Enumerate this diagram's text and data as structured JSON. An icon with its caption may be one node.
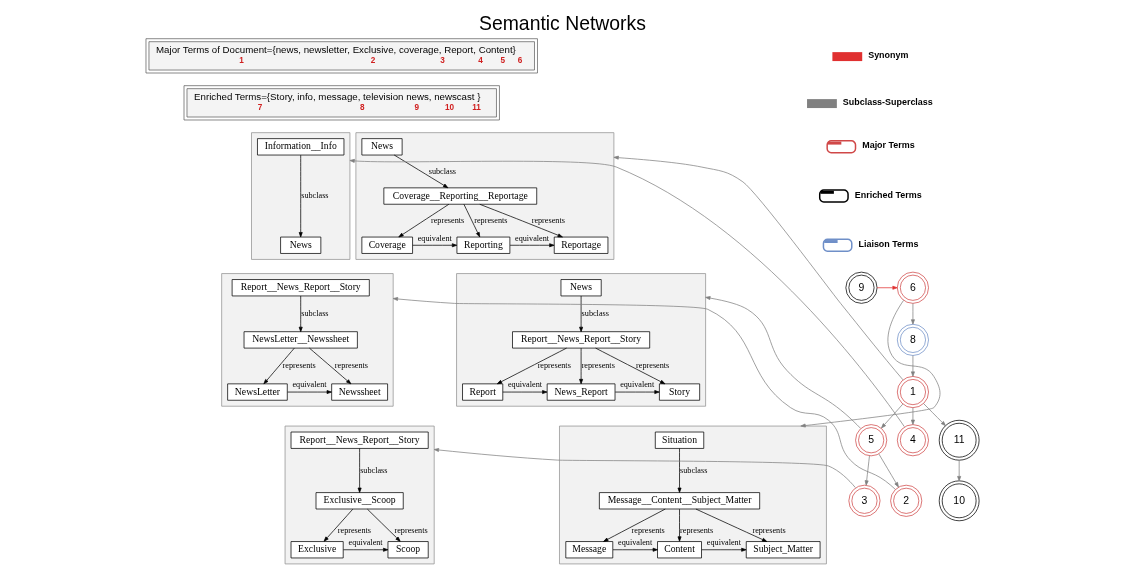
{
  "diagram": {
    "title": "Semantic Networks",
    "nodes": [
      {
        "text": [
          "Major Terms of Document={news, newsletter, Exclusive, coverage, Report, Content}",
          "1",
          "2",
          "3",
          "4",
          "5",
          "6"
        ]
      },
      {
        "text": [
          "Enriched Terms={Story, info, message, television news, newscast }",
          "7",
          "8",
          "9",
          "10",
          "11"
        ]
      },
      {
        "text": [],
        "shape": "box"
      },
      {
        "text": [
          "Information__Info"
        ],
        "in": 2
      },
      {
        "text": [
          "News"
        ],
        "in": 2
      },
      {
        "text": [],
        "shape": "box"
      },
      {
        "text": [
          "News"
        ],
        "in": 5
      },
      {
        "text": [
          "Coverage__Reporting__Reportage"
        ],
        "in": 5
      },
      {
        "text": [
          "Coverage"
        ],
        "in": 5
      },
      {
        "text": [
          "Reporting"
        ],
        "in": 5
      },
      {
        "text": [
          "Reportage"
        ],
        "in": 5
      },
      {
        "text": [],
        "shape": "box"
      },
      {
        "text": [
          "Report__News_Report__Story"
        ],
        "in": 11
      },
      {
        "text": [
          "NewsLetter__Newssheet"
        ],
        "in": 11
      },
      {
        "text": [
          "NewsLetter"
        ],
        "in": 11
      },
      {
        "text": [
          "Newssheet"
        ],
        "in": 11
      },
      {
        "text": [],
        "shape": "box"
      },
      {
        "text": [
          "News"
        ],
        "in": 16
      },
      {
        "text": [
          "Report__News_Report__Story"
        ],
        "in": 16
      },
      {
        "text": [
          "Report"
        ],
        "in": 16
      },
      {
        "text": [
          "News_Report"
        ],
        "in": 16
      },
      {
        "text": [
          "Story"
        ],
        "in": 16
      },
      {
        "text": [],
        "shape": "box"
      },
      {
        "text": [
          "Report__News_Report__Story"
        ],
        "in": 22
      },
      {
        "text": [
          "Exclusive__Scoop"
        ],
        "in": 22
      },
      {
        "text": [
          "Exclusive"
        ],
        "in": 22
      },
      {
        "text": [
          "Scoop"
        ],
        "in": 22
      },
      {
        "text": [],
        "shape": "box"
      },
      {
        "text": [
          "Situation"
        ],
        "in": 27
      },
      {
        "text": [
          "Message__Content__Subject_Matter"
        ],
        "in": 27
      },
      {
        "text": [
          "Message"
        ],
        "in": 27
      },
      {
        "text": [
          "Content"
        ],
        "in": 27
      },
      {
        "text": [
          "Subject_Matter"
        ],
        "in": 27
      },
      {
        "text": [
          "9"
        ]
      },
      {
        "text": [
          "6"
        ]
      },
      {
        "text": [
          "8"
        ]
      },
      {
        "text": [
          "1"
        ]
      },
      {
        "text": [
          "5"
        ]
      },
      {
        "text": [
          "11"
        ]
      },
      {
        "text": [
          "4"
        ]
      },
      {
        "text": [
          "3"
        ]
      },
      {
        "text": [
          "2"
        ]
      },
      {
        "text": [
          "10"
        ]
      }
    ],
    "edges": [
      {
        "from": 3,
        "to": 4,
        "arrow": "to",
        "label": "subclass"
      },
      {
        "from": 6,
        "to": 7,
        "arrow": "to",
        "label": "subclass"
      },
      {
        "from": 7,
        "to": 8,
        "arrow": "to",
        "label": "represents"
      },
      {
        "from": 7,
        "to": 9,
        "arrow": "to",
        "label": "represents"
      },
      {
        "from": 7,
        "to": 10,
        "arrow": "to",
        "label": "represents"
      },
      {
        "from": 8,
        "to": 9,
        "arrow": "to",
        "label": "equivalent"
      },
      {
        "from": 9,
        "to": 10,
        "arrow": "to",
        "label": "equivalent"
      },
      {
        "from": 12,
        "to": 13,
        "arrow": "to",
        "label": "subclass"
      },
      {
        "from": 13,
        "to": 14,
        "arrow": "to",
        "label": "represents"
      },
      {
        "from": 13,
        "to": 15,
        "arrow": "to",
        "label": "represents"
      },
      {
        "from": 14,
        "to": 15,
        "arrow": "to",
        "label": "equivalent"
      },
      {
        "from": 17,
        "to": 18,
        "arrow": "to",
        "label": "subclass"
      },
      {
        "from": 18,
        "to": 19,
        "arrow": "to",
        "label": "represents"
      },
      {
        "from": 18,
        "to": 20,
        "arrow": "to",
        "label": "represents"
      },
      {
        "from": 18,
        "to": 21,
        "arrow": "to",
        "label": "represents"
      },
      {
        "from": 19,
        "to": 20,
        "arrow": "to",
        "label": "equivalent"
      },
      {
        "from": 20,
        "to": 21,
        "arrow": "to",
        "label": "equivalent"
      },
      {
        "from": 23,
        "to": 24,
        "arrow": "to",
        "label": "subclass"
      },
      {
        "from": 24,
        "to": 25,
        "arrow": "to",
        "label": "represents"
      },
      {
        "from": 24,
        "to": 26,
        "arrow": "to",
        "label": "represents"
      },
      {
        "from": 25,
        "to": 26,
        "arrow": "to",
        "label": "equivalent"
      },
      {
        "from": 28,
        "to": 29,
        "arrow": "to",
        "label": "subclass"
      },
      {
        "from": 29,
        "to": 30,
        "arrow": "to",
        "label": "represents"
      },
      {
        "from": 29,
        "to": 31,
        "arrow": "to",
        "label": "represents"
      },
      {
        "from": 29,
        "to": 32,
        "arrow": "to",
        "label": "represents"
      },
      {
        "from": 30,
        "to": 31,
        "arrow": "to",
        "label": "equivalent"
      },
      {
        "from": 31,
        "to": 32,
        "arrow": "to",
        "label": "equivalent"
      },
      {
        "from": 33,
        "to": 34,
        "arrow": "to",
        "color": "#e03030"
      },
      {
        "from": 34,
        "to": 35,
        "arrow": "to",
        "color": "#808080"
      },
      {
        "from": 35,
        "to": 36,
        "arrow": "to",
        "color": "#808080"
      },
      {
        "from": 36,
        "to": 37,
        "arrow": "to",
        "color": "#808080"
      },
      {
        "from": 36,
        "to": 38,
        "arrow": "to",
        "color": "#808080"
      },
      {
        "from": 36,
        "to": 39,
        "arrow": "to",
        "color": "#808080"
      },
      {
        "from": 37,
        "to": 40,
        "arrow": "to",
        "color": "#808080"
      },
      {
        "from": 37,
        "to": 41,
        "arrow": "to",
        "color": "#808080"
      },
      {
        "from": 38,
        "to": 42,
        "arrow": "to",
        "color": "#808080"
      },
      {
        "from": 39,
        "to": 2,
        "arrow": "to",
        "color": "#808080"
      },
      {
        "from": 36,
        "to": 5,
        "arrow": "to",
        "color": "#808080"
      },
      {
        "from": 37,
        "to": 16,
        "arrow": "to",
        "color": "#808080"
      },
      {
        "from": 34,
        "to": 27,
        "arrow": "to",
        "color": "#808080"
      },
      {
        "from": 40,
        "to": 22,
        "arrow": "to",
        "color": "#808080"
      },
      {
        "from": 41,
        "to": 11,
        "arrow": "to",
        "color": "#808080"
      }
    ],
    "legend": [
      {
        "text": "Synonym"
      },
      {
        "text": "Subclass-Superclass"
      },
      {
        "text": "Major Terms"
      },
      {
        "text": "Enriched Terms"
      },
      {
        "text": "Liaison Terms"
      }
    ]
  }
}
